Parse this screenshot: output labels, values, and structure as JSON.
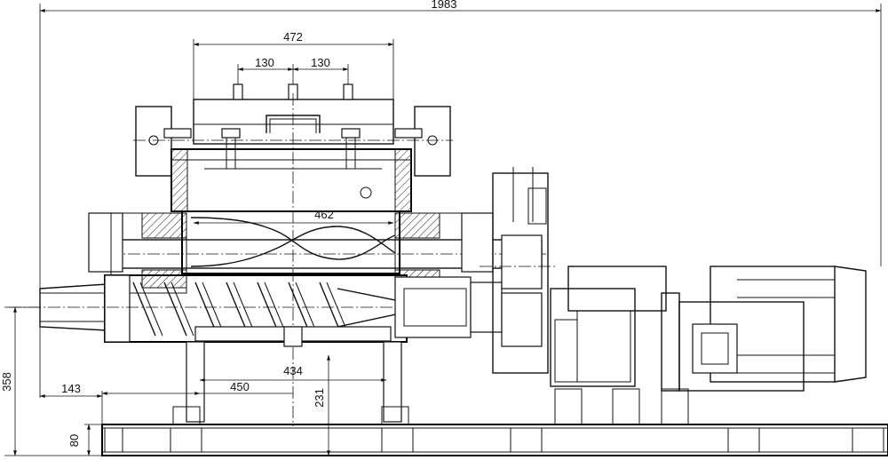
{
  "dimensions": {
    "overall_length": "1983",
    "hopper_width": "472",
    "inlet_spacing_left": "130",
    "inlet_spacing_right": "130",
    "trough_length": "462",
    "screw_bearing_span": "434",
    "support_spacing": "450",
    "discharge_offset": "143",
    "shaft_height": "231",
    "axis_height": "358",
    "base_height": "80"
  }
}
